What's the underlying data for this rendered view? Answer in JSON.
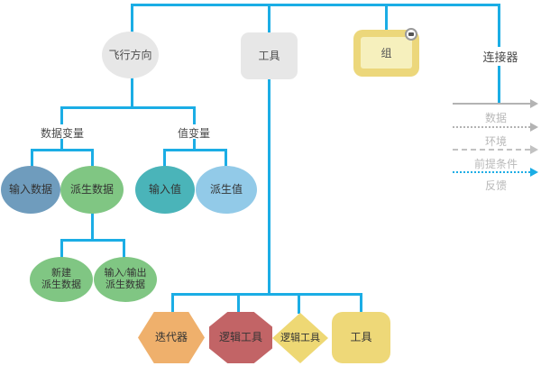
{
  "colors": {
    "edge": "#1bade5",
    "node_gray": "#e7e7e7",
    "group_outer": "#ecd77b",
    "group_inner": "#f6f0bd",
    "circle_blue": "#6f9cbd",
    "circle_green": "#80c683",
    "circle_teal": "#4ab4b9",
    "circle_lightblue": "#92cae8",
    "hexagon_orange": "#efb06c",
    "octagon_red": "#c26466",
    "diamond_yellow": "#eed874",
    "square_yellow": "#eed878",
    "label_dark": "#4a4a4a",
    "text_dark": "#333333",
    "legend_text": "#b9b9b9"
  },
  "tree": {
    "flight_direction": {
      "label": "飞行方向"
    },
    "tools": {
      "label": "工具"
    },
    "group": {
      "label": "组"
    },
    "connector": {
      "label": "连接器"
    },
    "data_variables": {
      "label": "数据变量"
    },
    "value_variables": {
      "label": "值变量"
    },
    "input_data": {
      "label": "输入数据"
    },
    "derived_data": {
      "label": "派生数据"
    },
    "input_value": {
      "label": "输入值"
    },
    "derived_value": {
      "label": "派生值"
    },
    "new_derived": {
      "line1": "新建",
      "line2": "派生数据"
    },
    "io_derived": {
      "line1": "输入/输出",
      "line2": "派生数据"
    },
    "iterator": {
      "label": "迭代器"
    },
    "logic_tool_octagon": {
      "label": "逻辑工具"
    },
    "logic_tool_diamond": {
      "label": "逻辑工具"
    },
    "tool": {
      "label": "工具"
    }
  },
  "legend": {
    "items": [
      {
        "label": "数据",
        "line_style": "solid",
        "color": "#b3b3b3"
      },
      {
        "label": "环境",
        "line_style": "dotted",
        "color": "#b3b3b3"
      },
      {
        "label": "前提条件",
        "line_style": "dashed",
        "color": "#c2c2c2"
      },
      {
        "label": "反馈",
        "line_style": "dotted",
        "color": "#1bade5"
      }
    ]
  }
}
